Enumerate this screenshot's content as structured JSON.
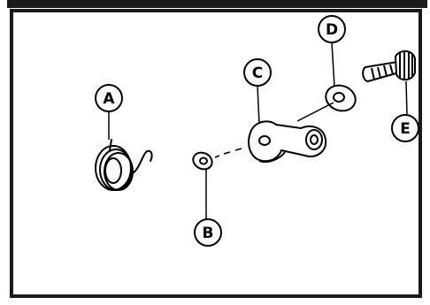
{
  "diagram": {
    "parts": [
      {
        "id": "A",
        "label": "A",
        "icon": "torsion-spring-icon"
      },
      {
        "id": "B",
        "label": "B",
        "icon": "washer-icon"
      },
      {
        "id": "C",
        "label": "C",
        "icon": "link-plate-icon"
      },
      {
        "id": "D",
        "label": "D",
        "icon": "washer-icon"
      },
      {
        "id": "E",
        "label": "E",
        "icon": "bolt-icon"
      }
    ]
  },
  "colors": {
    "line": "#000000",
    "background": "#ffffff",
    "frame": "#1a1a1a"
  }
}
